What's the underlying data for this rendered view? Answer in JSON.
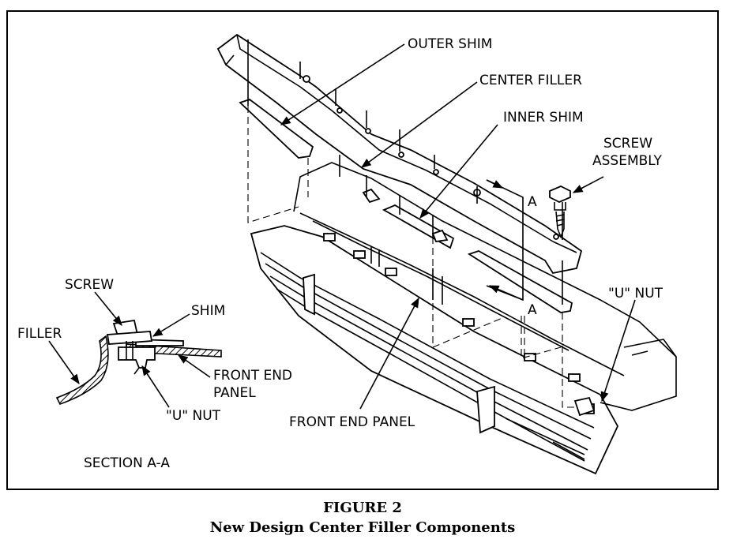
{
  "figure": {
    "caption_number": "FIGURE 2",
    "caption_title": "New Design Center Filler Components"
  },
  "labels": {
    "outer_shim": "OUTER SHIM",
    "center_filler": "CENTER FILLER",
    "inner_shim": "INNER SHIM",
    "screw_assembly_line1": "SCREW",
    "screw_assembly_line2": "ASSEMBLY",
    "section_marker_top": "A",
    "section_marker_bottom": "A",
    "u_nut_main": "\"U\" NUT",
    "front_end_panel_main": "FRONT END PANEL"
  },
  "section_view": {
    "screw": "SCREW",
    "shim": "SHIM",
    "filler": "FILLER",
    "front_end_panel_line1": "FRONT END",
    "front_end_panel_line2": "PANEL",
    "u_nut": "\"U\" NUT",
    "title": "SECTION A-A"
  }
}
